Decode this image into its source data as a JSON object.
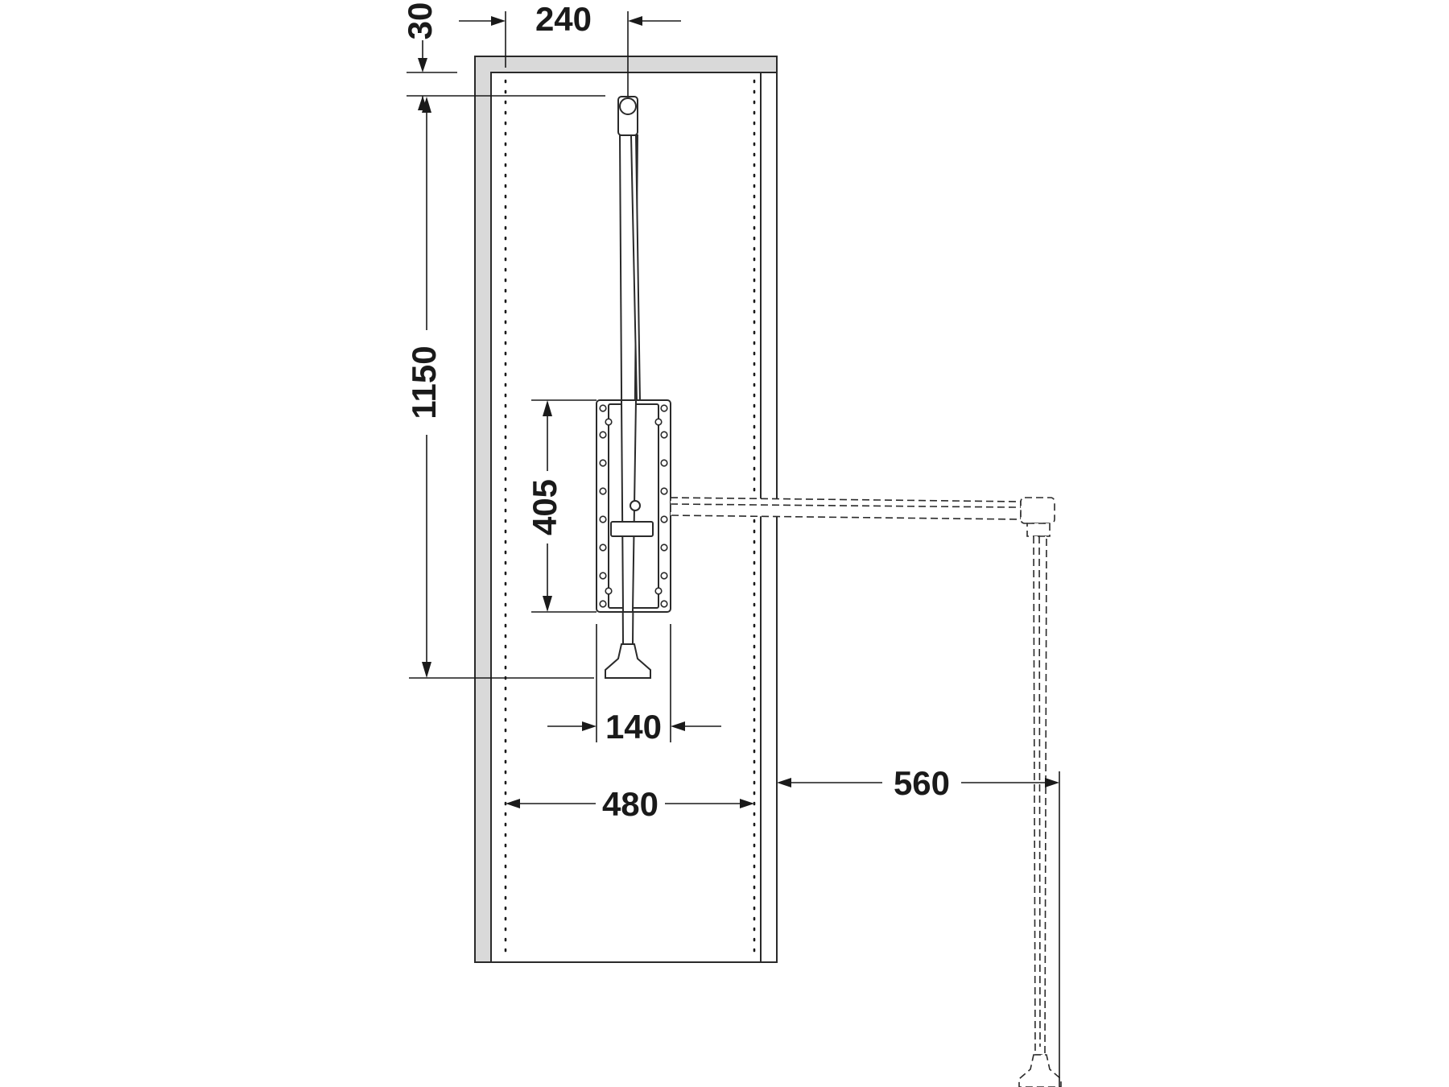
{
  "drawing": {
    "dimensions": {
      "top_offset": "30",
      "rail_offset": "240",
      "height": "1150",
      "bracket_height": "405",
      "bracket_width": "140",
      "inner_width": "480",
      "extension": "560"
    },
    "colors": {
      "line": "#1a1a1a",
      "panel_edge": "#d9d9d9",
      "background": "#ffffff"
    }
  }
}
